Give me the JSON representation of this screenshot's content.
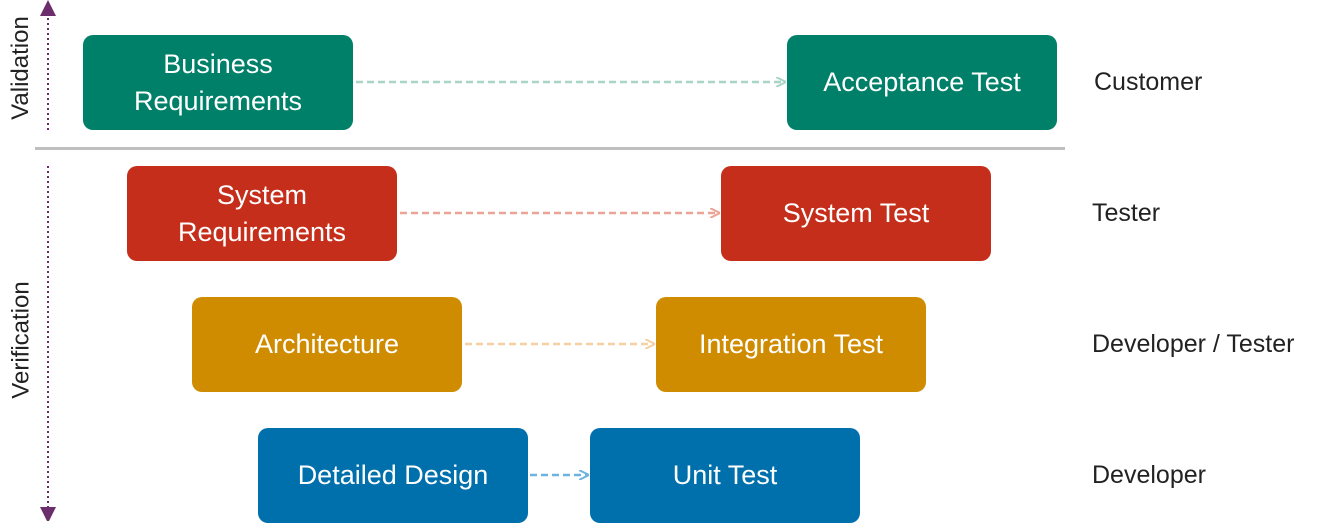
{
  "axis": {
    "validation_label": "Validation",
    "verification_label": "Verification",
    "arrow_color": "#6b2d6b"
  },
  "rows": [
    {
      "left": "Business\nRequirements",
      "right": "Acceptance Test",
      "role": "Customer",
      "color": "#008069",
      "arrow_color": "#a8d5c6"
    },
    {
      "left": "System\nRequirements",
      "right": "System Test",
      "role": "Tester",
      "color": "#c42e1a",
      "arrow_color": "#eba395"
    },
    {
      "left": "Architecture",
      "right": "Integration Test",
      "role": "Developer / Tester",
      "color": "#d08c00",
      "arrow_color": "#f6cfa3"
    },
    {
      "left": "Detailed Design",
      "right": "Unit Test",
      "role": "Developer",
      "color": "#0070ad",
      "arrow_color": "#6db3e0"
    }
  ]
}
